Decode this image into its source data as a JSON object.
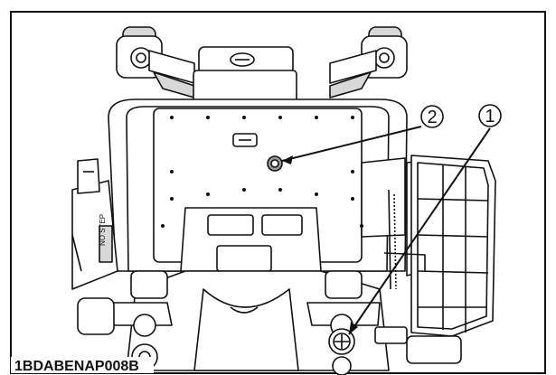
{
  "figure": {
    "code": "1BDABENAP008B",
    "callouts": [
      {
        "label": "1"
      },
      {
        "label": "2"
      }
    ],
    "side_text": "NO STEP",
    "colors": {
      "line": "#111111",
      "fill": "#ffffff",
      "shade": "#d8d8d8",
      "shade_dark": "#9a9a9a"
    }
  }
}
